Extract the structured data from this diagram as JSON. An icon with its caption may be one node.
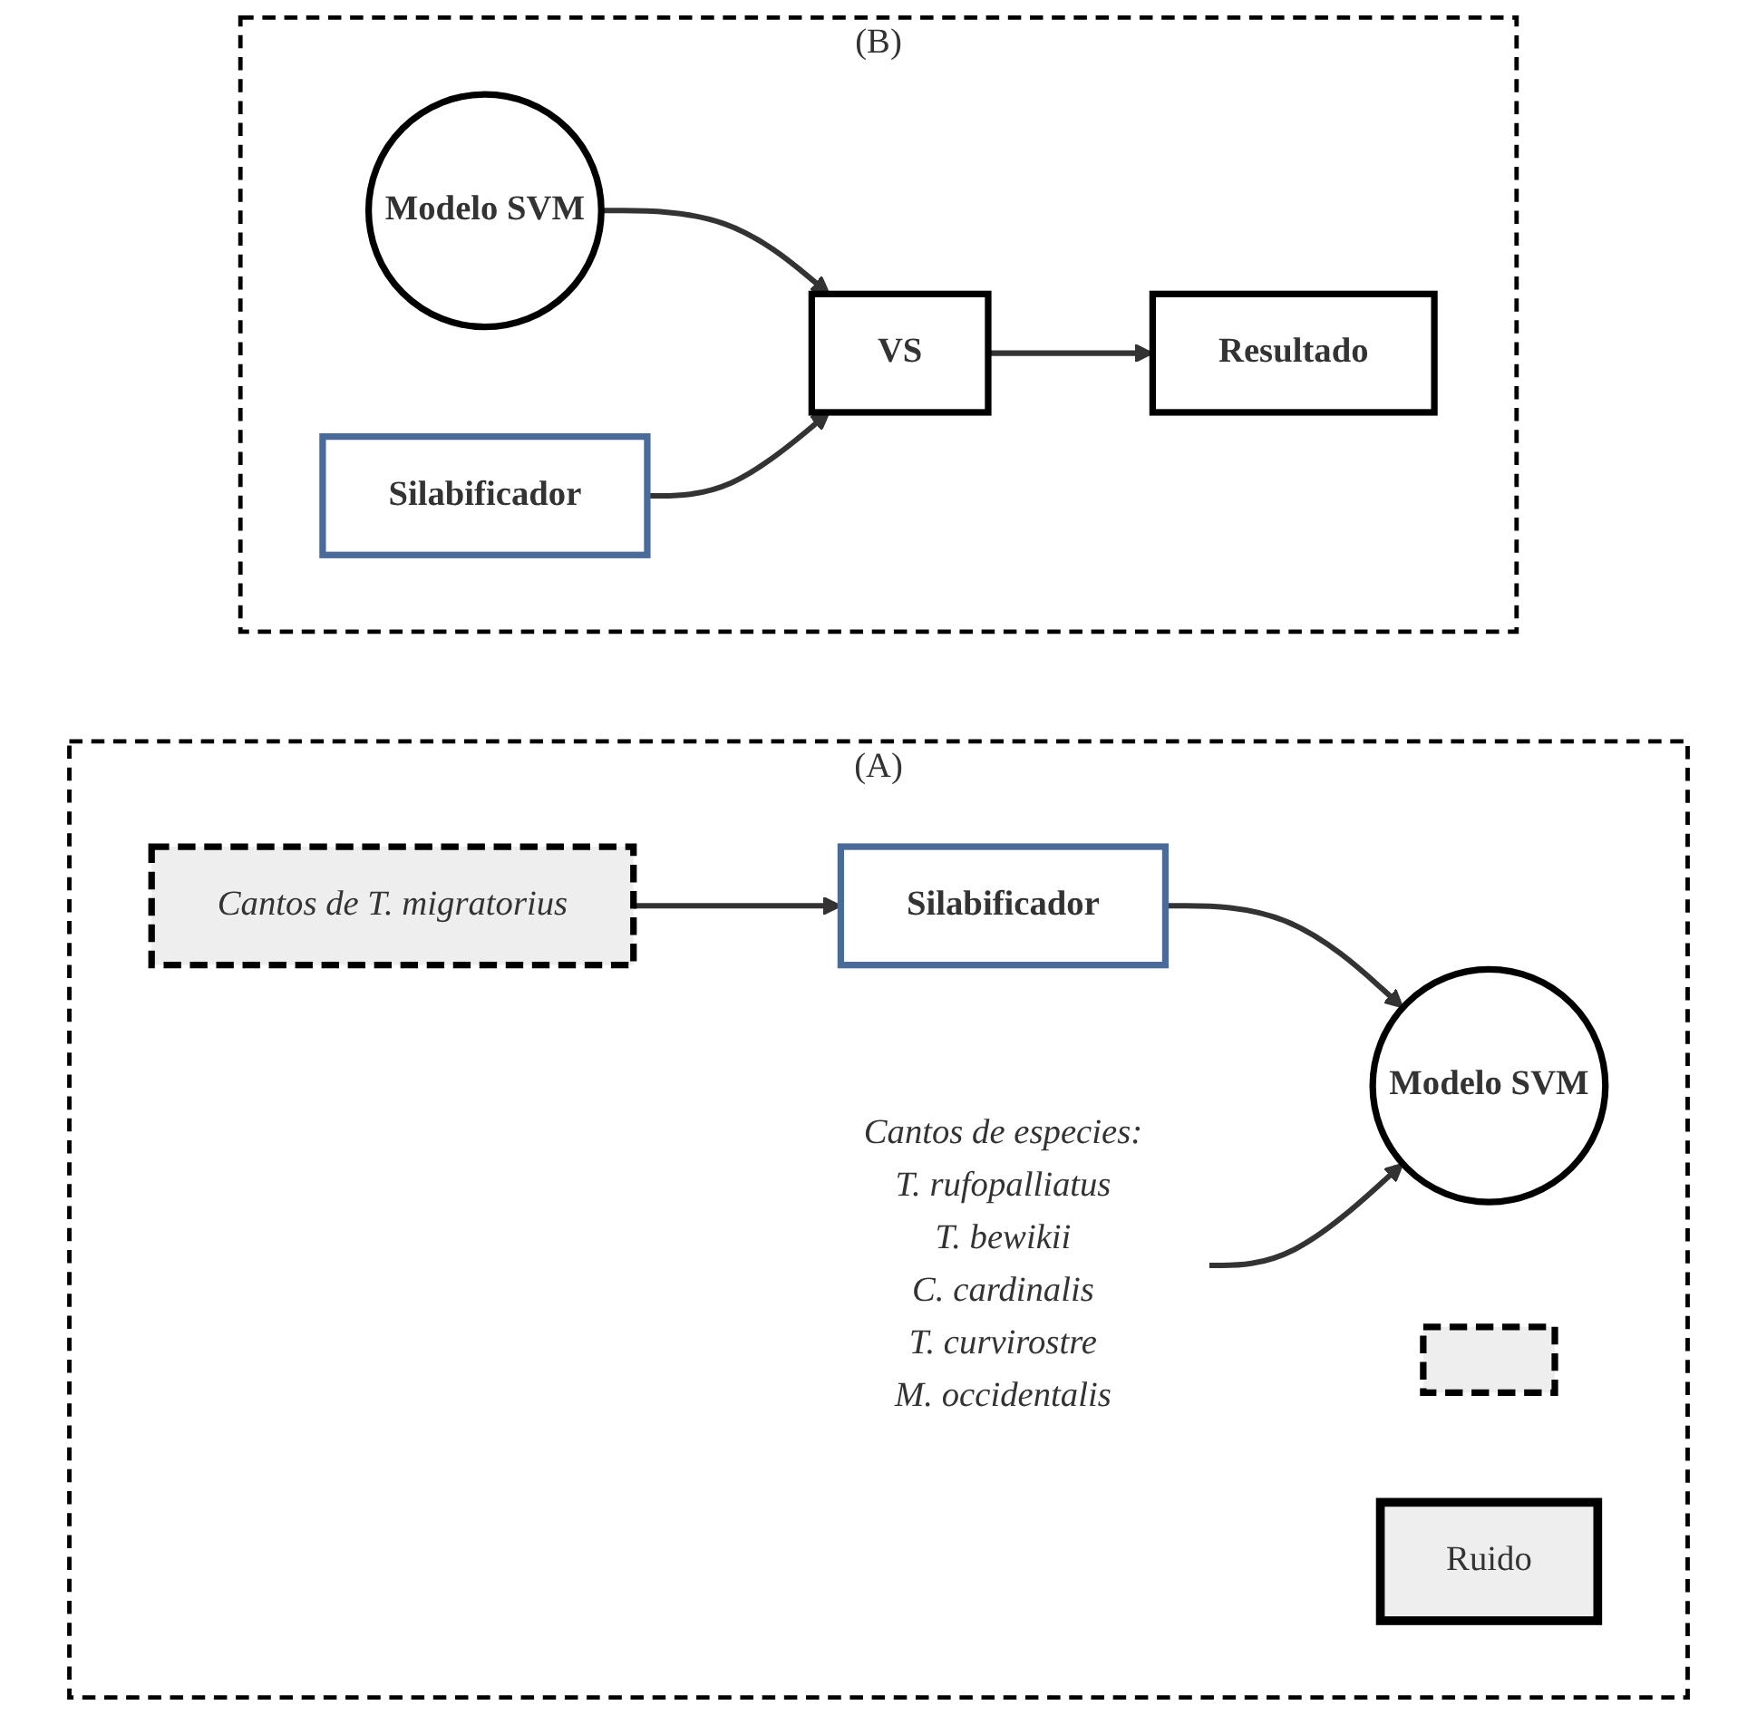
{
  "diagram": {
    "nodes": [
      {
        "text": [
          "(A)"
        ]
      },
      {
        "text": [
          "Cantos de T. migratorius"
        ],
        "in": 0
      },
      {
        "text": [
          "Silabificador"
        ],
        "in": 0
      },
      {
        "text": [
          "Modelo SVM"
        ],
        "in": 0
      },
      {
        "text": [],
        "shape": "box",
        "in": 0
      },
      {
        "text": [
          "Cantos de especies:",
          "T. rufopalliatus",
          "T. bewikii",
          "C. cardinalis",
          "T. curvirostre",
          "M. occidentalis"
        ],
        "in": 0
      },
      {
        "text": [
          "Ruido"
        ],
        "in": 0
      },
      {
        "text": [
          "(B)"
        ]
      },
      {
        "text": [
          "Modelo SVM"
        ],
        "in": 7
      },
      {
        "text": [
          "VS"
        ],
        "in": 7
      },
      {
        "text": [
          "Silabificador"
        ],
        "in": 7
      },
      {
        "text": [
          "Resultado"
        ],
        "in": 7
      }
    ],
    "edges": [
      {
        "from": 1,
        "to": 2,
        "arrow": "to"
      },
      {
        "from": 2,
        "to": 3,
        "arrow": "to"
      },
      {
        "from": 5,
        "to": 3,
        "arrow": "to"
      },
      {
        "from": 8,
        "to": 9,
        "arrow": "to"
      },
      {
        "from": 10,
        "to": 9,
        "arrow": "to"
      },
      {
        "from": 9,
        "to": 11,
        "arrow": "to"
      }
    ]
  }
}
